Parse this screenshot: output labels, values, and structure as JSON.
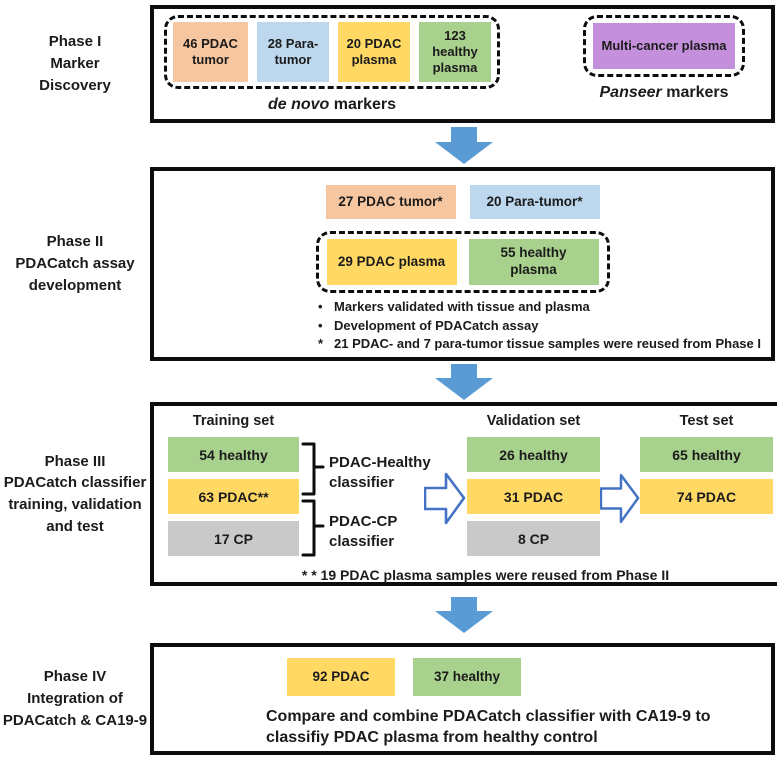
{
  "colors": {
    "orange": "#F5C6A0",
    "blue": "#BDD7EE",
    "yellow": "#FFD964",
    "green": "#A9D18E",
    "purple": "#C490DC",
    "gray": "#C9C9C9",
    "arrow": "#5B9BD5",
    "arrow_outline": "#4472C4"
  },
  "phase1": {
    "sidebar": "Phase I\nMarker\nDiscovery",
    "samples": [
      {
        "label": "46 PDAC\ntumor",
        "color": "#F5C6A0"
      },
      {
        "label": "28 Para-\ntumor",
        "color": "#BDD7EE"
      },
      {
        "label": "20 PDAC\nplasma",
        "color": "#FFD964"
      },
      {
        "label": "123\nhealthy\nplasma",
        "color": "#A9D18E"
      }
    ],
    "de_novo_caption": {
      "italic": "de novo",
      "rest": " markers"
    },
    "panseer_sample": {
      "label": "Multi-cancer plasma",
      "color": "#C490DC"
    },
    "panseer_caption": {
      "italic": "Panseer",
      "rest": " markers"
    }
  },
  "phase2": {
    "sidebar": "Phase II\nPDACatch assay\ndevelopment",
    "tissue_samples": [
      {
        "label": "27 PDAC tumor*",
        "color": "#F5C6A0"
      },
      {
        "label": "20 Para-tumor*",
        "color": "#BDD7EE"
      }
    ],
    "plasma_samples": [
      {
        "label": "29 PDAC plasma",
        "color": "#FFD964"
      },
      {
        "label": "55 healthy\nplasma",
        "color": "#A9D18E"
      }
    ],
    "bullets": [
      {
        "marker": "•",
        "text": "Markers validated with tissue and plasma"
      },
      {
        "marker": "•",
        "text": "Development of PDACatch assay"
      },
      {
        "marker": "*",
        "text": "21 PDAC- and 7 para-tumor tissue samples were reused from Phase I"
      }
    ]
  },
  "phase3": {
    "sidebar": "Phase III\nPDACatch classifier\ntraining, validation\nand test",
    "training": {
      "header": "Training set",
      "boxes": [
        {
          "label": "54 healthy",
          "color": "#A9D18E"
        },
        {
          "label": "63 PDAC**",
          "color": "#FFD964"
        },
        {
          "label": "17 CP",
          "color": "#C9C9C9"
        }
      ]
    },
    "classifiers": [
      {
        "label": "PDAC-Healthy\nclassifier"
      },
      {
        "label": "PDAC-CP\nclassifier"
      }
    ],
    "validation": {
      "header": "Validation set",
      "boxes": [
        {
          "label": "26 healthy",
          "color": "#A9D18E"
        },
        {
          "label": "31 PDAC",
          "color": "#FFD964"
        },
        {
          "label": "8 CP",
          "color": "#C9C9C9"
        }
      ]
    },
    "test": {
      "header": "Test set",
      "boxes": [
        {
          "label": "65 healthy",
          "color": "#A9D18E"
        },
        {
          "label": "74 PDAC",
          "color": "#FFD964"
        }
      ]
    },
    "note": "* * 19 PDAC plasma samples were reused from Phase II"
  },
  "phase4": {
    "sidebar": "Phase IV\nIntegration of\nPDACatch & CA19-9",
    "boxes": [
      {
        "label": "92 PDAC",
        "color": "#FFD964"
      },
      {
        "label": "37 healthy",
        "color": "#A9D18E"
      }
    ],
    "statement": "Compare and combine PDACatch classifier with CA19-9 to\nclassifiy PDAC plasma from healthy control"
  }
}
